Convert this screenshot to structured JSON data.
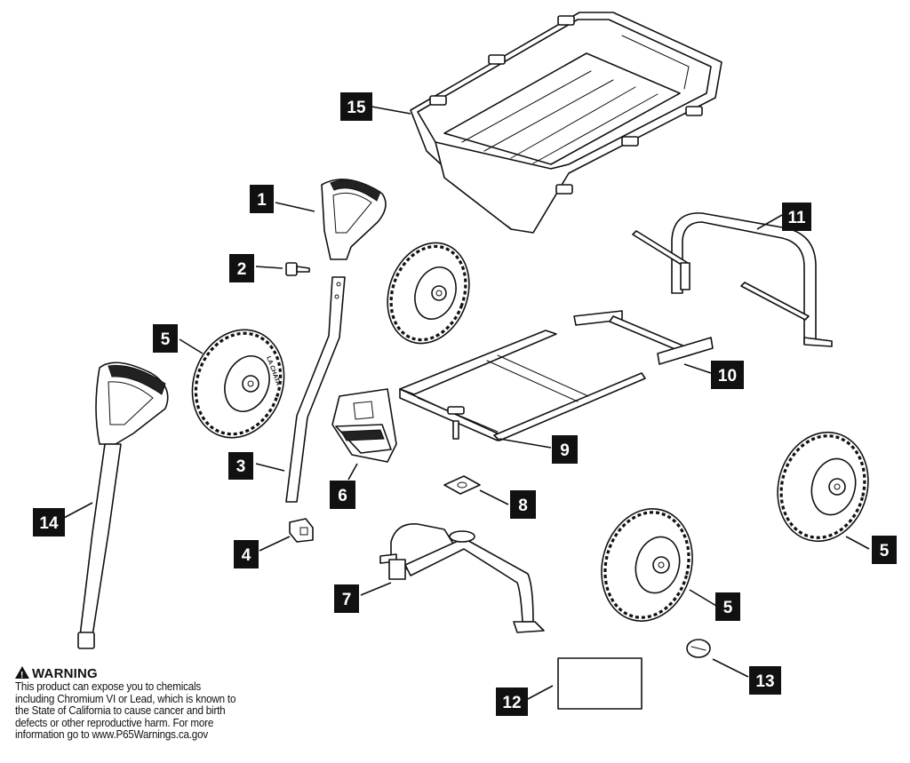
{
  "diagram": {
    "part_labels": [
      "1",
      "2",
      "3",
      "4",
      "5",
      "6",
      "7",
      "8",
      "9",
      "10",
      "11",
      "12",
      "13",
      "14",
      "15"
    ],
    "tire_text": "LA CHATA"
  },
  "warning": {
    "title": "WARNING",
    "lines": [
      "This product can expose you to chemicals",
      "including Chromium VI or Lead, which is known to",
      "the State of California to cause cancer and birth",
      "defects or other reproductive harm.  For more",
      "information go to www.P65Warnings.ca.gov"
    ]
  }
}
